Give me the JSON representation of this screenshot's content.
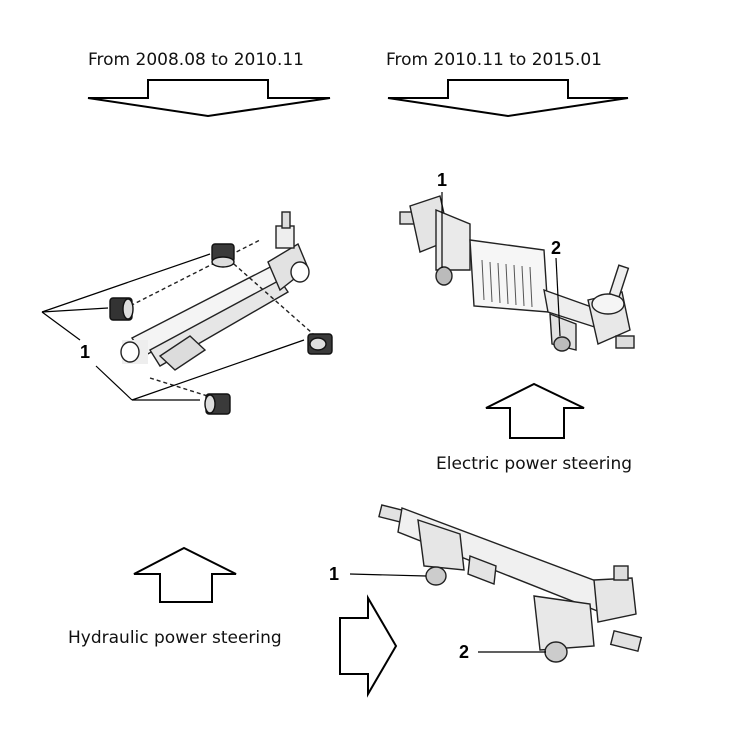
{
  "headings": {
    "left_period": "From 2008.08 to 2010.11",
    "right_period": "From 2010.11 to 2015.01"
  },
  "labels": {
    "electric": "Electric power steering",
    "hydraulic": "Hydraulic power steering"
  },
  "callouts": {
    "rack_mounts": "1",
    "eps_mount_1": "1",
    "eps_mount_2": "2",
    "hyd_mount_1": "1",
    "hyd_mount_2": "2"
  }
}
